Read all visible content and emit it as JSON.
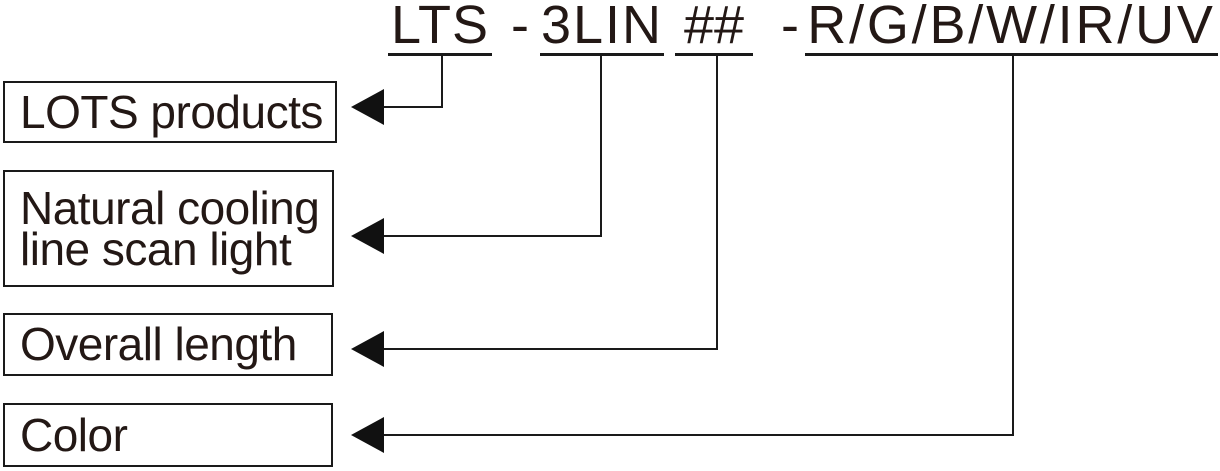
{
  "diagram": {
    "title_meaning": "product model number nomenclature",
    "model_code": {
      "segments": [
        {
          "id": "series",
          "text": "LTS",
          "underlined": true
        },
        {
          "id": "sep1",
          "text": "-",
          "underlined": false
        },
        {
          "id": "type",
          "text": "3LIN",
          "underlined": true
        },
        {
          "id": "length",
          "text": "##",
          "underlined": true
        },
        {
          "id": "sep2",
          "text": "-",
          "underlined": false
        },
        {
          "id": "color",
          "text": "R/G/B/W/IR/UV",
          "underlined": true
        }
      ]
    },
    "callouts": [
      {
        "id": "lots-products",
        "label": "LOTS products"
      },
      {
        "id": "natural-cooling",
        "label_line1": "Natural cooling",
        "label_line2": "line scan light"
      },
      {
        "id": "overall-length",
        "label": "Overall length"
      },
      {
        "id": "color",
        "label": "Color"
      }
    ]
  },
  "colors": {
    "background": "#ffffff",
    "text": "#231815",
    "line": "#1a1a1a",
    "arrow": "#111111",
    "box_border": "#1a1a1a"
  }
}
